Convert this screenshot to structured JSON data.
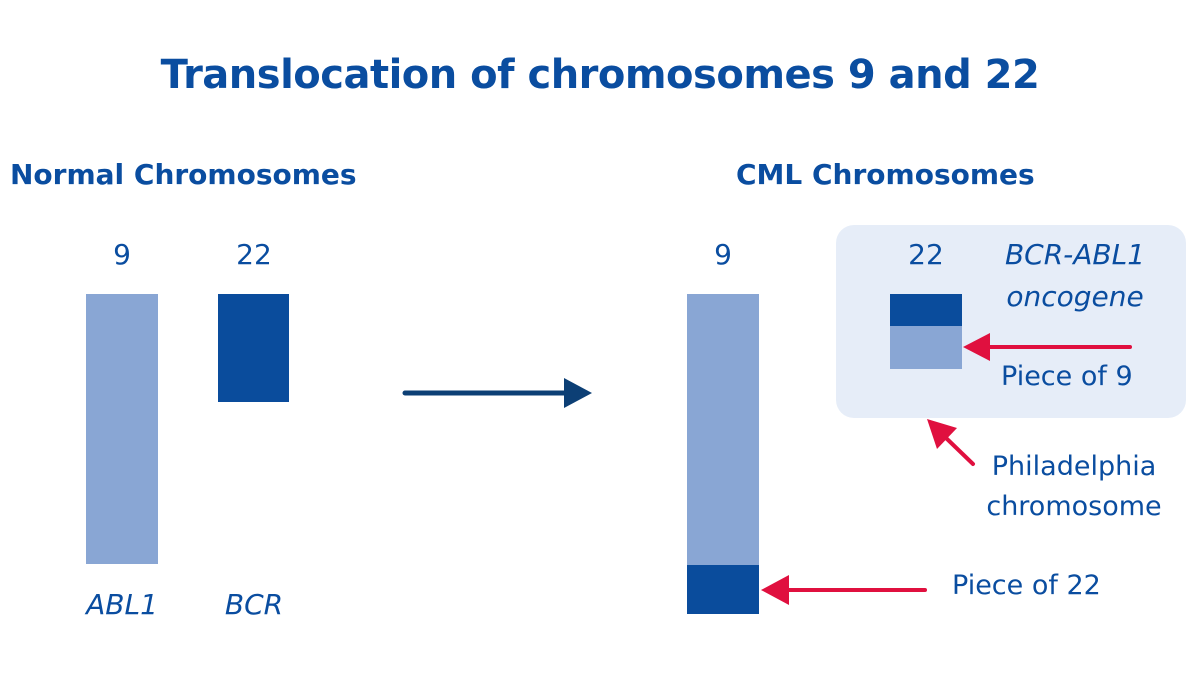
{
  "title": "Translocation of chromosomes 9 and 22",
  "colors": {
    "text": "#0a4da0",
    "chromosome_9": "#89a6d4",
    "chromosome_22": "#0a4c9c",
    "main_arrow": "#0c3f75",
    "pointer_arrow": "#e0103f",
    "philadelphia_box": "#e6edf8"
  },
  "normal": {
    "heading": "Normal Chromosomes",
    "chromosomes": [
      {
        "number": "9",
        "gene": "ABL1"
      },
      {
        "number": "22",
        "gene": "BCR"
      }
    ]
  },
  "transition_arrow": "arrow-right-icon",
  "cml": {
    "heading": "CML Chromosomes",
    "chromosomes": [
      {
        "number": "9",
        "segments": [
          "chromosome 9",
          "piece of 22"
        ]
      },
      {
        "number": "22",
        "segments": [
          "chromosome 22",
          "piece of 9"
        ]
      }
    ],
    "labels": {
      "oncogene_line1": "BCR-ABL1",
      "oncogene_line2": "oncogene",
      "piece_of_9": "Piece of 9",
      "piece_of_22": "Piece of 22",
      "philadelphia_line1": "Philadelphia",
      "philadelphia_line2": "chromosome"
    }
  }
}
